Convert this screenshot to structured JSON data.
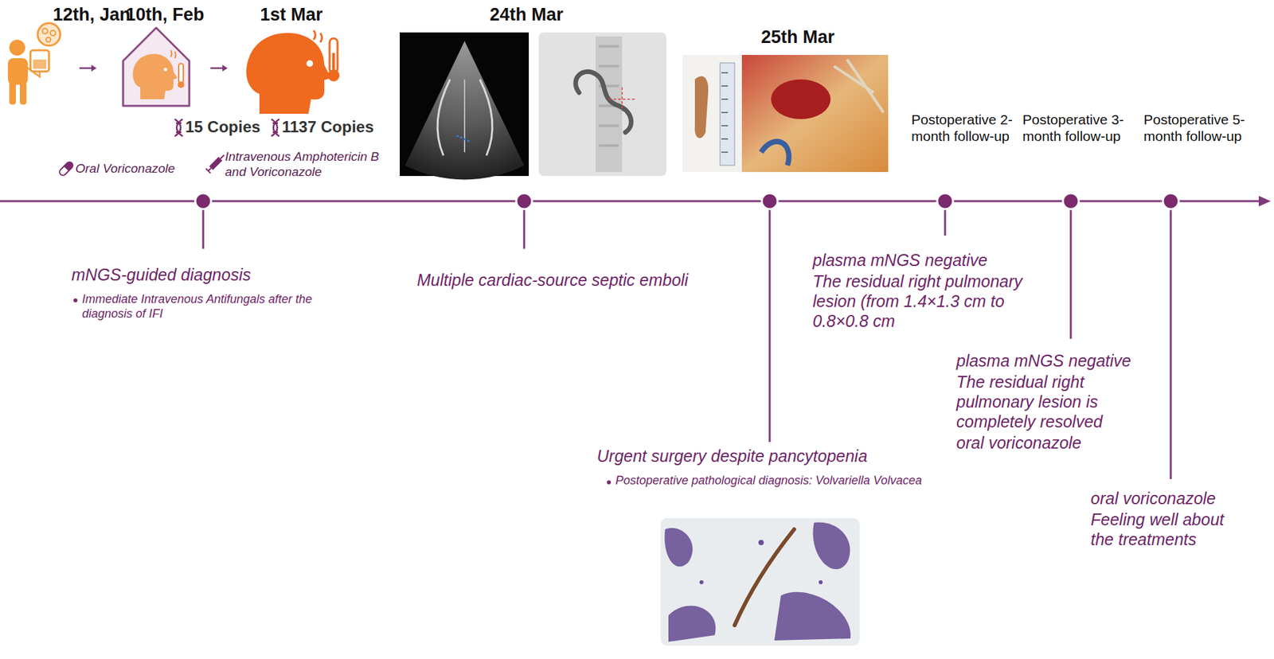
{
  "diagram": {
    "labels": [
      "12th, Jan",
      "10th, Feb",
      "1st Mar",
      "15 Copies",
      "1137 Copies",
      "Oral Voriconazole",
      "Intravenous Amphotericin B and Voriconazole",
      "24th Mar",
      "25th Mar",
      "Postoperative 2-month follow-up",
      "Postoperative 3-month follow-up",
      "Postoperative 5-month follow-up",
      "mNGS-guided diagnosis",
      "Immediate Intravenous Antifungals after the diagnosis of IFI",
      "Multiple cardiac-source septic emboli",
      "plasma mNGS negative",
      "The residual right pulmonary lesion (from 1.4×1.3 cm to 0.8×0.8 cm",
      "Urgent surgery despite pancytopenia",
      "Postoperative pathological diagnosis: Volvariella Volvacea",
      "plasma mNGS negative",
      "The residual right pulmonary lesion is completely resolved",
      "oral voriconazole",
      "oral voriconazole",
      "Feeling well about the treatments"
    ]
  }
}
